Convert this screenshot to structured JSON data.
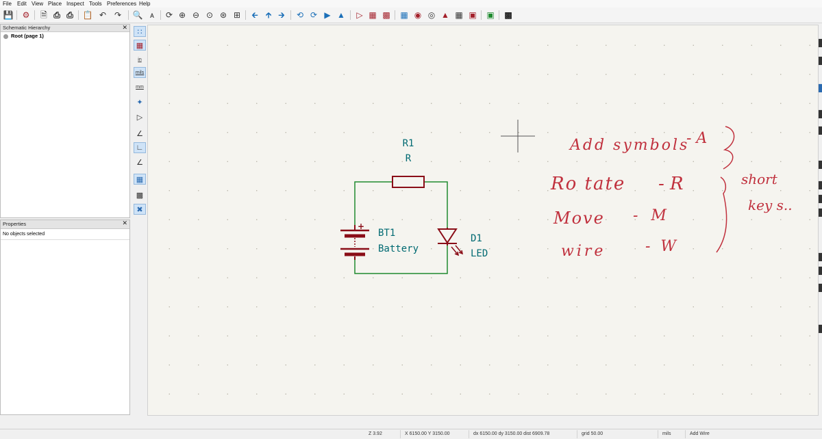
{
  "menubar": {
    "items": [
      "File",
      "Edit",
      "View",
      "Place",
      "Inspect",
      "Tools",
      "Preferences",
      "Help"
    ]
  },
  "toolbar": {
    "icons": [
      "save-icon",
      "schematic-setup-icon",
      "page-settings-icon",
      "print-icon",
      "plot-icon",
      "paste-icon",
      "undo-icon",
      "redo-icon",
      "find-icon",
      "find-replace-icon",
      "refresh-icon",
      "zoom-in-icon",
      "zoom-out-icon",
      "zoom-fit-icon",
      "zoom-objects-icon",
      "zoom-selection-icon",
      "navigate-back-icon",
      "navigate-up-icon",
      "navigate-forward-icon",
      "rotate-ccw-icon",
      "rotate-cw-icon",
      "mirror-vertical-icon",
      "mirror-horizontal-icon",
      "annotate-icon",
      "erc-icon",
      "symbol-fields-icon",
      "symbol-editor-icon",
      "symbol-browser-icon",
      "footprint-assign-icon",
      "bom-icon",
      "netlist-icon",
      "pcb-editor-icon",
      "scripting-console-icon"
    ]
  },
  "hierarchy_panel": {
    "title": "Schematic Hierarchy",
    "close": "✕",
    "root_label": "Root (page 1)"
  },
  "properties_panel": {
    "title": "Properties",
    "close": "✕",
    "status": "No objects selected"
  },
  "left_toolbar": {
    "unit_in": "in",
    "unit_mils": "mils",
    "unit_mm": "mm"
  },
  "schematic": {
    "resistor": {
      "ref": "R1",
      "value": "R"
    },
    "battery": {
      "ref": "BT1",
      "value": "Battery",
      "polarity": "+"
    },
    "led": {
      "ref": "D1",
      "value": "LED"
    },
    "colors": {
      "wire": "#1f8a2e",
      "symbol": "#8a0d17",
      "text": "#006a72",
      "handwriting": "#c0303d"
    },
    "notes": {
      "line1_left": "Add symbols",
      "line1_right": "- A",
      "line2_left": "Ro tate",
      "line2_right": "- R",
      "line3_left": "Move",
      "line3_right": "- M",
      "line4_left": "wire",
      "line4_right": "- W",
      "side1": "short",
      "side2": "key s.."
    }
  },
  "statusbar": {
    "zoom": "Z 3.92",
    "coords": "X 6150.00  Y 3150.00",
    "delta": "dx 6150.00  dy 3150.00  dist 6909.78",
    "grid": "grid 50.00",
    "units": "mils",
    "tool": "Add Wire"
  }
}
